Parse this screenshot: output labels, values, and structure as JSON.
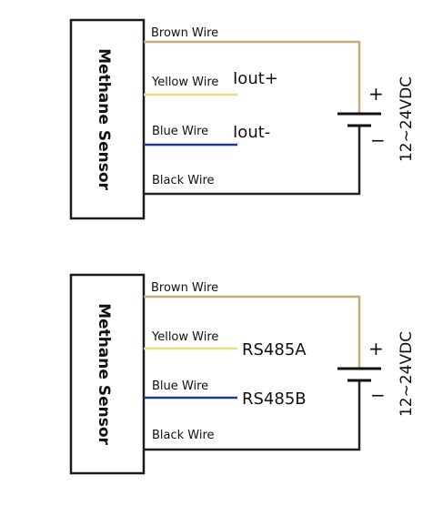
{
  "diagrams": [
    {
      "id": "analog",
      "sensor_label": "Methane Sensor",
      "wires": [
        {
          "label": "Brown Wire",
          "color": "#c8a97a"
        },
        {
          "label": "Yellow Wire",
          "color": "#e8e17a"
        },
        {
          "label": "Blue Wire",
          "color": "#1f3a8f"
        },
        {
          "label": "Black Wire",
          "color": "#222222"
        }
      ],
      "signals": [
        "Iout+",
        "Iout-"
      ],
      "battery": {
        "plus": "+",
        "minus": "−",
        "voltage": "12~24VDC"
      }
    },
    {
      "id": "rs485",
      "sensor_label": "Methane Sensor",
      "wires": [
        {
          "label": "Brown Wire",
          "color": "#c8a97a"
        },
        {
          "label": "Yellow Wire",
          "color": "#e8e17a"
        },
        {
          "label": "Blue Wire",
          "color": "#1f3a8f"
        },
        {
          "label": "Black Wire",
          "color": "#222222"
        }
      ],
      "signals": [
        "RS485A",
        "RS485B"
      ],
      "battery": {
        "plus": "+",
        "minus": "−",
        "voltage": "12~24VDC"
      }
    }
  ]
}
